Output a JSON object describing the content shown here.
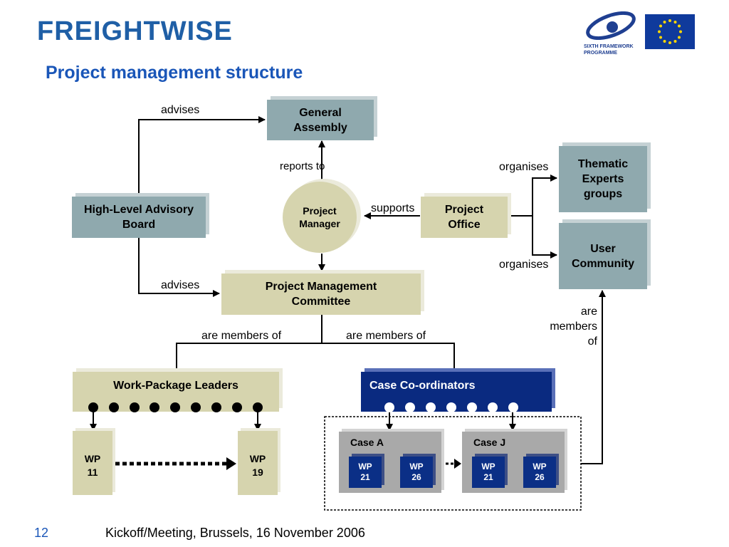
{
  "header": {
    "logo_text": "FREIGHTWISE",
    "fp6_text_line1": "SIXTH FRAMEWORK",
    "fp6_text_line2": "PROGRAMME",
    "title": "Project management structure"
  },
  "nodes": {
    "general_assembly": [
      "General",
      "Assembly"
    ],
    "advisory_board": [
      "High-Level Advisory",
      "Board"
    ],
    "project_manager": [
      "Project",
      "Manager"
    ],
    "project_office": [
      "Project",
      "Office"
    ],
    "thematic_experts": [
      "Thematic",
      "Experts",
      "groups"
    ],
    "user_community": [
      "User",
      "Community"
    ],
    "pmc": [
      "Project Management",
      "Committee"
    ],
    "wp_leaders": "Work-Package Leaders",
    "case_coordinators": "Case Co-ordinators",
    "wp11": [
      "WP",
      "11"
    ],
    "wp19": [
      "WP",
      "19"
    ],
    "case_a": "Case A",
    "case_j": "Case J",
    "case_a_wp1": [
      "WP",
      "21"
    ],
    "case_a_wp2": [
      "WP",
      "26"
    ],
    "case_j_wp1": [
      "WP",
      "21"
    ],
    "case_j_wp2": [
      "WP",
      "26"
    ]
  },
  "edge_labels": {
    "advises_top": "advises",
    "reports_to": "reports to",
    "supports": "supports",
    "organises_top": "organises",
    "organises_bottom": "organises",
    "advises_bottom": "advises",
    "members_left": "are members of",
    "members_right": "are members of",
    "members_uc": [
      "are",
      "members",
      "of"
    ]
  },
  "footer": {
    "page_number": "12",
    "text": "Kickoff/Meeting, Brussels, 16 November 2006"
  },
  "colors": {
    "title_blue": "#1a56b8",
    "grey_box": "#8fa9ae",
    "tan_box": "#d6d4ae",
    "navy_box": "#0a2a80",
    "case_panel": "#a9a9a9"
  }
}
